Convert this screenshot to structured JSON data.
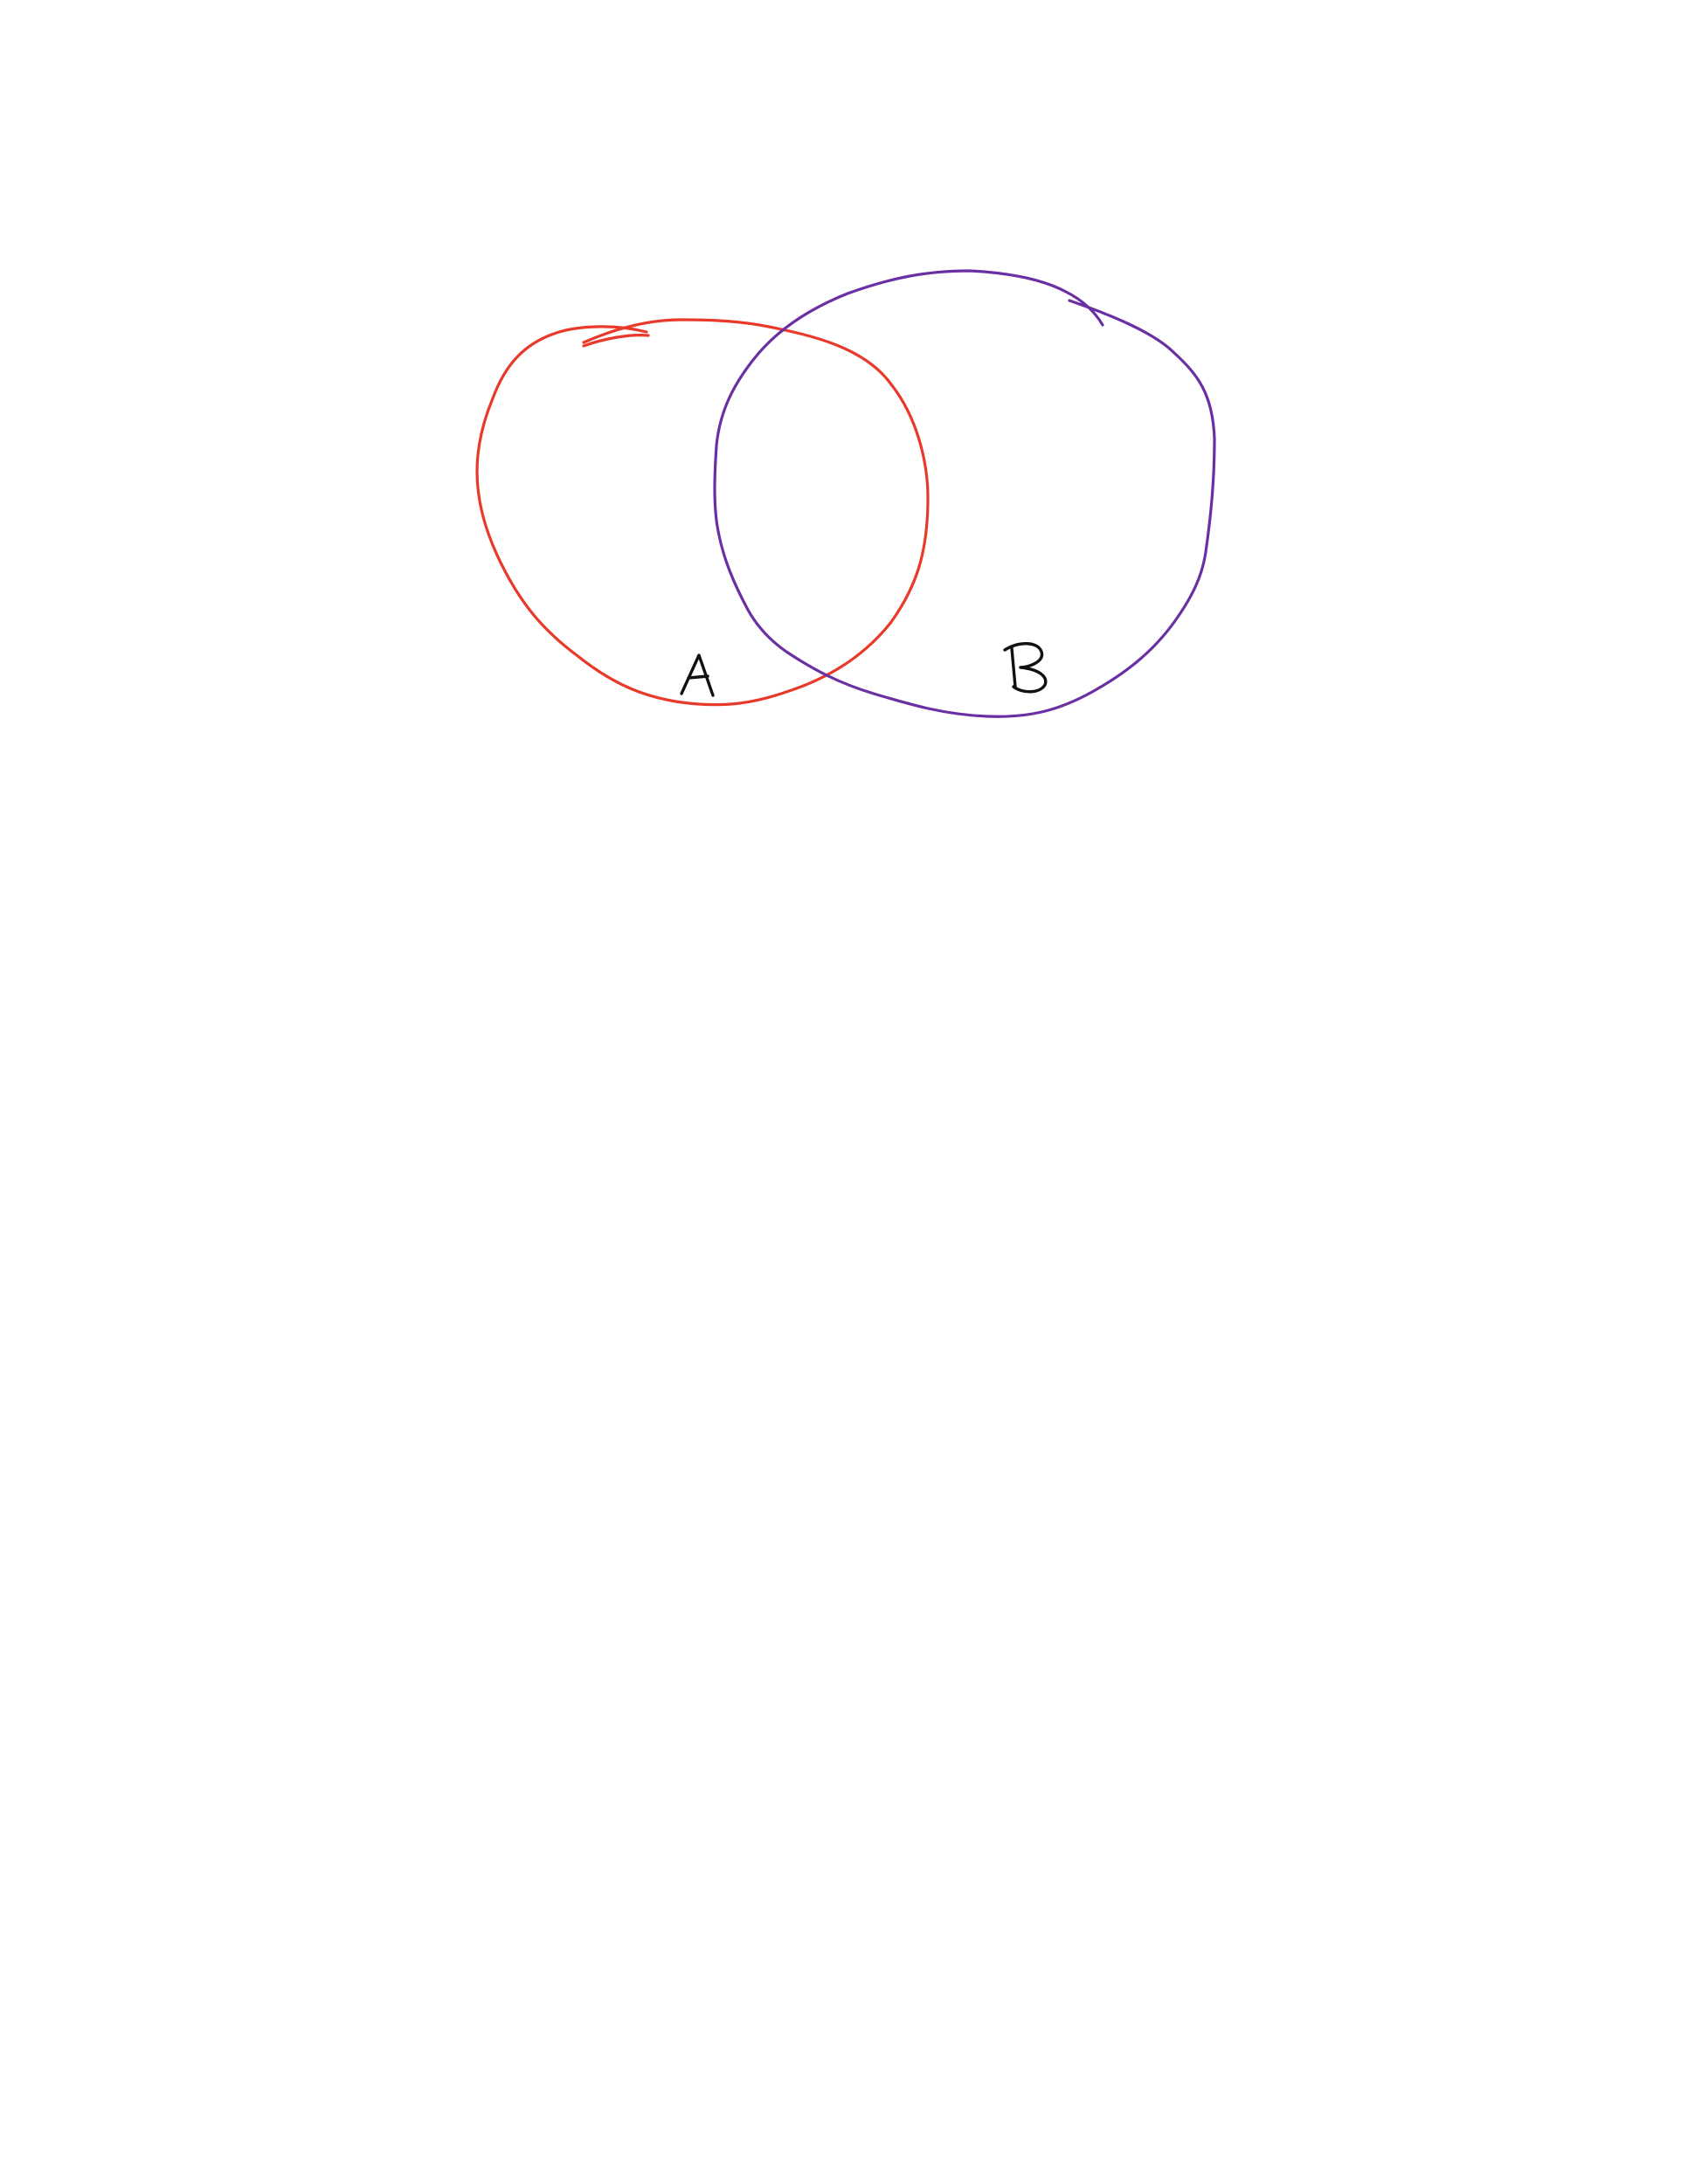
{
  "diagram": {
    "type": "venn",
    "sets": [
      {
        "id": "A",
        "label": "A",
        "color": "#e8392a"
      },
      {
        "id": "B",
        "label": "B",
        "color": "#6a2fa3"
      }
    ],
    "label_color": "#111111"
  }
}
